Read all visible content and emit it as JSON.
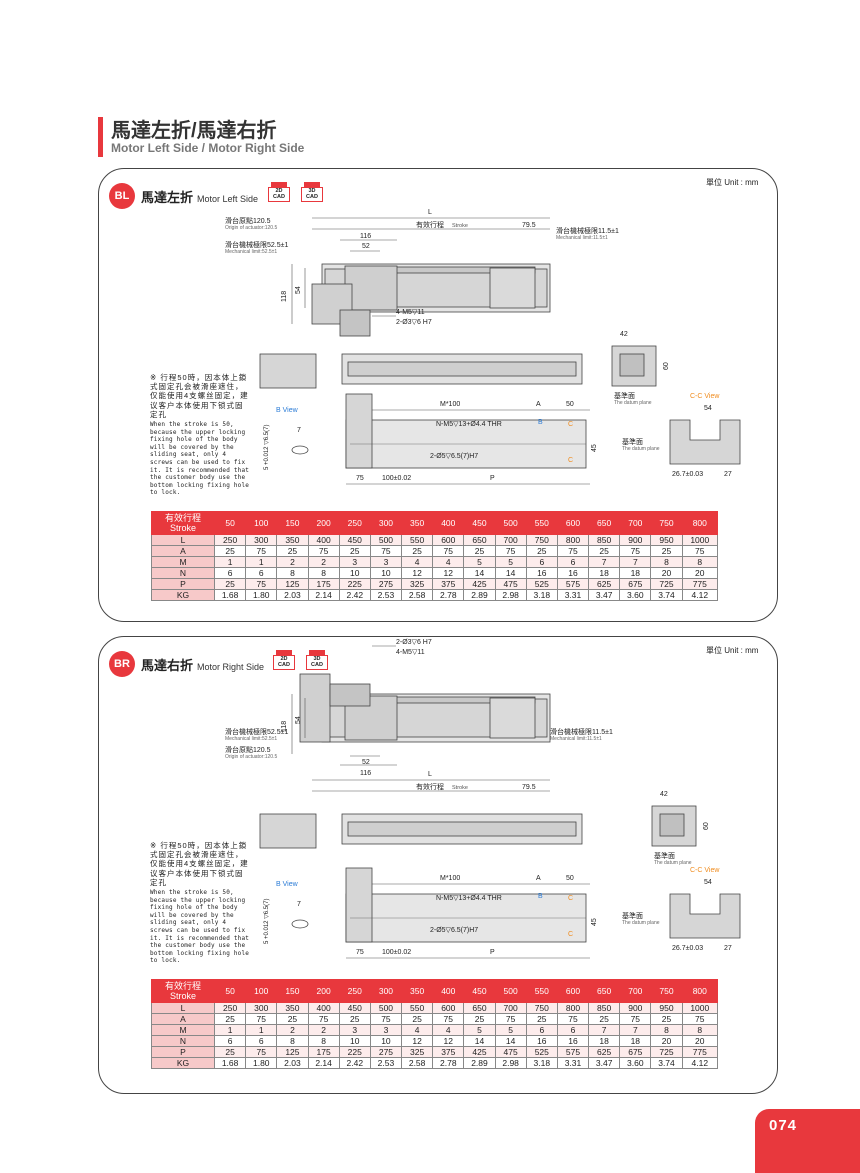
{
  "header": {
    "title_zh": "馬達左折/馬達右折",
    "title_en": "Motor Left Side / Motor Right Side"
  },
  "colors": {
    "accent": "#e8383d",
    "row_tint": "#fdecec",
    "blue": "#2a7bd6",
    "orange": "#f08c1e"
  },
  "cad": {
    "cad2d": "2D\nCAD",
    "cad3d": "3D\nCAD"
  },
  "unit": "單位 Unit : mm",
  "note": {
    "zh": "※ 行程50時，因本体上鎖式固定孔会被滑座遮住，仅能使用4支螺丝固定，建议客户本体使用下锁式固定孔",
    "en": "When the stroke is 50, because the upper locking fixing hole of the body will be covered by the sliding seat, only 4 screws can be used to fix it. It is recommended that the customer body use the bottom locking fixing hole to lock."
  },
  "labels": {
    "L": "L",
    "eff_stroke": "有效行程",
    "eff_stroke_en": "Stroke",
    "origin_zh": "滑台原點120.5",
    "origin_en": "Origin of actuator:120.5",
    "mech_left_zh": "滑台機械極限52.5±1",
    "mech_left_en": "Mechanical limit:52.5±1",
    "mech_right_zh": "滑台機械極限11.5±1",
    "mech_right_en": "Mechanical limit:11.5±1",
    "d116": "116",
    "d52": "52",
    "d79_5": "79.5",
    "d118": "118",
    "d54": "54",
    "d42": "42",
    "d60": "60",
    "m5": "4-M5▽11",
    "d3": "2-Ø3▽6 H7",
    "datum_zh": "基準面",
    "datum_en": "The datum plane",
    "d75": "75",
    "m100": "M*100",
    "dA": "A",
    "d50": "50",
    "nm5": "N-M5▽13+Ø4.4 THR",
    "d45": "45",
    "d100tol": "100±0.02",
    "d5": "2-Ø5▽6.5(7)H7",
    "dP": "P",
    "bview": "B View",
    "d7": "7",
    "d5tol": "5 +0.012 ▽6.5(7)",
    "ccview": "C-C View",
    "d54b": "54",
    "d26": "26.7±0.03",
    "d27": "27",
    "B": "B",
    "C": "C"
  },
  "sections": [
    {
      "badge": "BL",
      "title_zh": "馬達左折",
      "title_en": "Motor Left Side"
    },
    {
      "badge": "BR",
      "title_zh": "馬達右折",
      "title_en": "Motor Right Side"
    }
  ],
  "table": {
    "header_zh": "有效行程",
    "header_en": "Stroke",
    "strokes": [
      "50",
      "100",
      "150",
      "200",
      "250",
      "300",
      "350",
      "400",
      "450",
      "500",
      "550",
      "600",
      "650",
      "700",
      "750",
      "800"
    ],
    "rows": [
      {
        "name": "L",
        "values": [
          "250",
          "300",
          "350",
          "400",
          "450",
          "500",
          "550",
          "600",
          "650",
          "700",
          "750",
          "800",
          "850",
          "900",
          "950",
          "1000"
        ]
      },
      {
        "name": "A",
        "values": [
          "25",
          "75",
          "25",
          "75",
          "25",
          "75",
          "25",
          "75",
          "25",
          "75",
          "25",
          "75",
          "25",
          "75",
          "25",
          "75"
        ]
      },
      {
        "name": "M",
        "values": [
          "1",
          "1",
          "2",
          "2",
          "3",
          "3",
          "4",
          "4",
          "5",
          "5",
          "6",
          "6",
          "7",
          "7",
          "8",
          "8"
        ]
      },
      {
        "name": "N",
        "values": [
          "6",
          "6",
          "8",
          "8",
          "10",
          "10",
          "12",
          "12",
          "14",
          "14",
          "16",
          "16",
          "18",
          "18",
          "20",
          "20"
        ]
      },
      {
        "name": "P",
        "values": [
          "25",
          "75",
          "125",
          "175",
          "225",
          "275",
          "325",
          "375",
          "425",
          "475",
          "525",
          "575",
          "625",
          "675",
          "725",
          "775"
        ]
      },
      {
        "name": "KG",
        "values": [
          "1.68",
          "1.80",
          "2.03",
          "2.14",
          "2.42",
          "2.53",
          "2.58",
          "2.78",
          "2.89",
          "2.98",
          "3.18",
          "3.31",
          "3.47",
          "3.60",
          "3.74",
          "4.12"
        ]
      }
    ]
  },
  "page_number": "074"
}
